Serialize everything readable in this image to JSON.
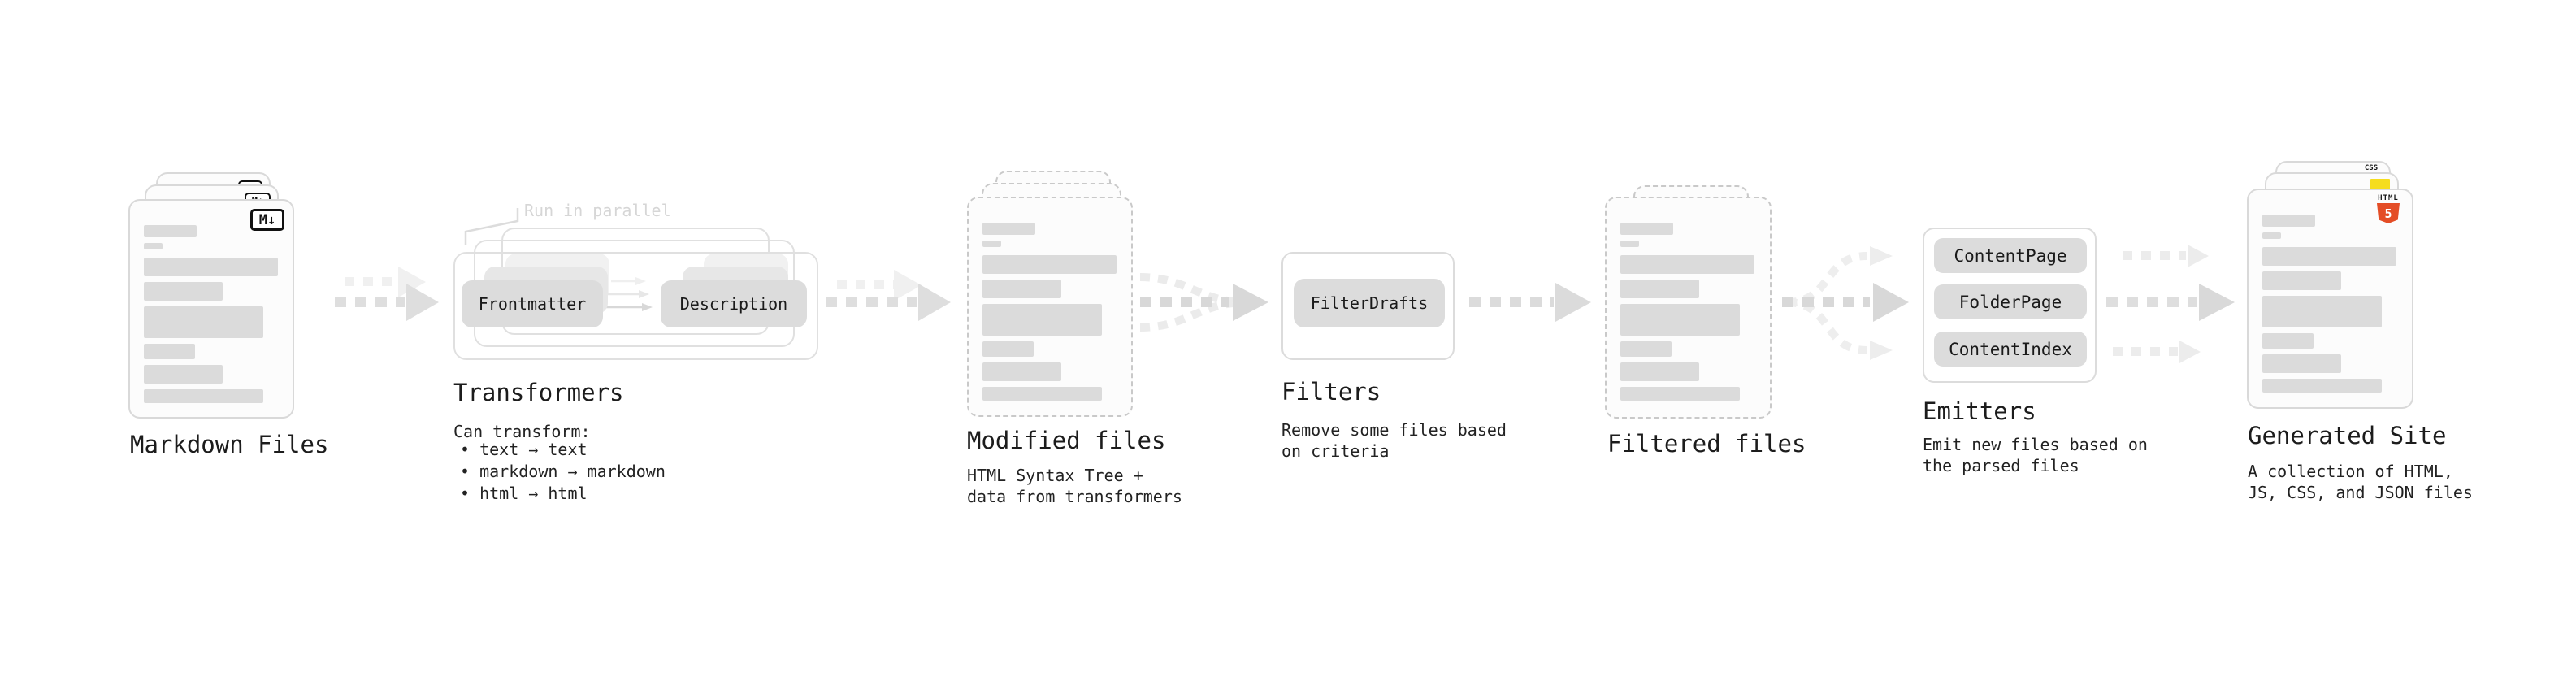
{
  "diagram": {
    "stages": {
      "markdown_files": {
        "label": "Markdown Files",
        "file_icon": "M↓"
      },
      "transformers": {
        "label": "Transformers",
        "note": "Run in parallel",
        "buttons": [
          "Frontmatter",
          "Description"
        ],
        "desc_heading": "Can transform:",
        "bullets": [
          "• text → text",
          "• markdown → markdown",
          "• html → html"
        ]
      },
      "modified_files": {
        "label": "Modified files",
        "desc_lines": [
          "HTML Syntax Tree +",
          "data from transformers"
        ]
      },
      "filters": {
        "label": "Filters",
        "buttons": [
          "FilterDrafts"
        ],
        "desc_lines": [
          "Remove some files based",
          "on criteria"
        ]
      },
      "filtered_files": {
        "label": "Filtered files"
      },
      "emitters": {
        "label": "Emitters",
        "buttons": [
          "ContentPage",
          "FolderPage",
          "ContentIndex"
        ],
        "desc_lines": [
          "Emit new files based on",
          "the parsed files"
        ]
      },
      "generated_site": {
        "label": "Generated Site",
        "desc_lines": [
          "A collection of HTML,",
          "JS, CSS, and JSON files"
        ],
        "badges": {
          "css_label": "CSS",
          "html_label": "HTML",
          "html_number": "5"
        }
      }
    },
    "colors": {
      "html5_orange": "#e44d26",
      "js_yellow": "#f5dd1e",
      "css_blue": "#2f6fed",
      "chip_gray": "#dcdcdc",
      "bar_gray": "#dbdbdb",
      "note_gray": "#d6d6d6"
    }
  }
}
